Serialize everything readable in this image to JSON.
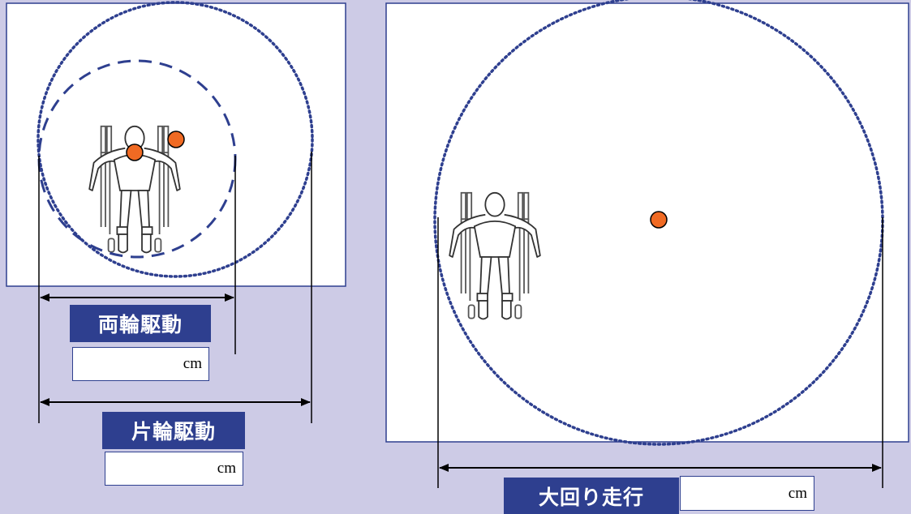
{
  "labels": {
    "both_wheel_drive": "両輪駆動",
    "single_wheel_drive": "片輪駆動",
    "wide_turn": "大回り走行"
  },
  "units": {
    "both_wheel_drive": "cm",
    "single_wheel_drive": "cm",
    "wide_turn": "cm"
  },
  "colors": {
    "background": "#cdcbe6",
    "panel_border": "#2e3f8f",
    "label_fill": "#2e3f8f",
    "label_text": "#ffffff",
    "circle_stroke": "#2e3f8f",
    "pivot_dot": "#f06a23",
    "dimension_line": "#000000"
  },
  "icons": {
    "wheelchair": "wheelchair-user-top-view-icon",
    "pivot": "pivot-point-icon"
  }
}
